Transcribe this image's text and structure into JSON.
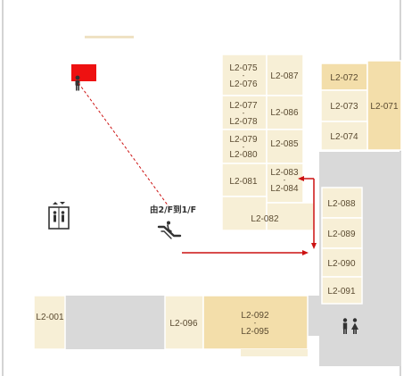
{
  "colors": {
    "shop_light": "#f7efd6",
    "shop_dark": "#f3deaa",
    "corridor": "#d9d9d9",
    "shop_border": "#ffffff",
    "outline": "#aaaaaa",
    "route": "#cc1111",
    "you_are_here": "#ee1111",
    "icon": "#333333",
    "accent_bar": "#efe2c4"
  },
  "route_label": "由2/F到1/F",
  "icons": {
    "you_are_here": "person-icon",
    "lift": "elevator-icon",
    "escalator": "escalator-icon",
    "toilet": "toilet-icon"
  },
  "shops": {
    "s075_076": {
      "top": "L2-075",
      "sep": "-",
      "bottom": "L2-076"
    },
    "s087": {
      "label": "L2-087"
    },
    "s077_078": {
      "top": "L2-077",
      "sep": "-",
      "bottom": "L2-078"
    },
    "s086": {
      "label": "L2-086"
    },
    "s079_080": {
      "top": "L2-079",
      "sep": "-",
      "bottom": "L2-080"
    },
    "s085": {
      "label": "L2-085"
    },
    "s081": {
      "label": "L2-081"
    },
    "s083_084": {
      "top": "L2-083",
      "sep": "-",
      "bottom": "L2-084"
    },
    "s082": {
      "label": "L2-082"
    },
    "s072": {
      "label": "L2-072"
    },
    "s073": {
      "label": "L2-073"
    },
    "s071": {
      "label": "L2-071"
    },
    "s074": {
      "label": "L2-074"
    },
    "s088": {
      "label": "L2-088"
    },
    "s089": {
      "label": "L2-089"
    },
    "s090": {
      "label": "L2-090"
    },
    "s091": {
      "label": "L2-091"
    },
    "s001": {
      "label": "L2-001"
    },
    "s096": {
      "label": "L2-096"
    },
    "s092_095": {
      "top": "L2-092",
      "sep": "-",
      "bottom": "L2-095"
    }
  }
}
